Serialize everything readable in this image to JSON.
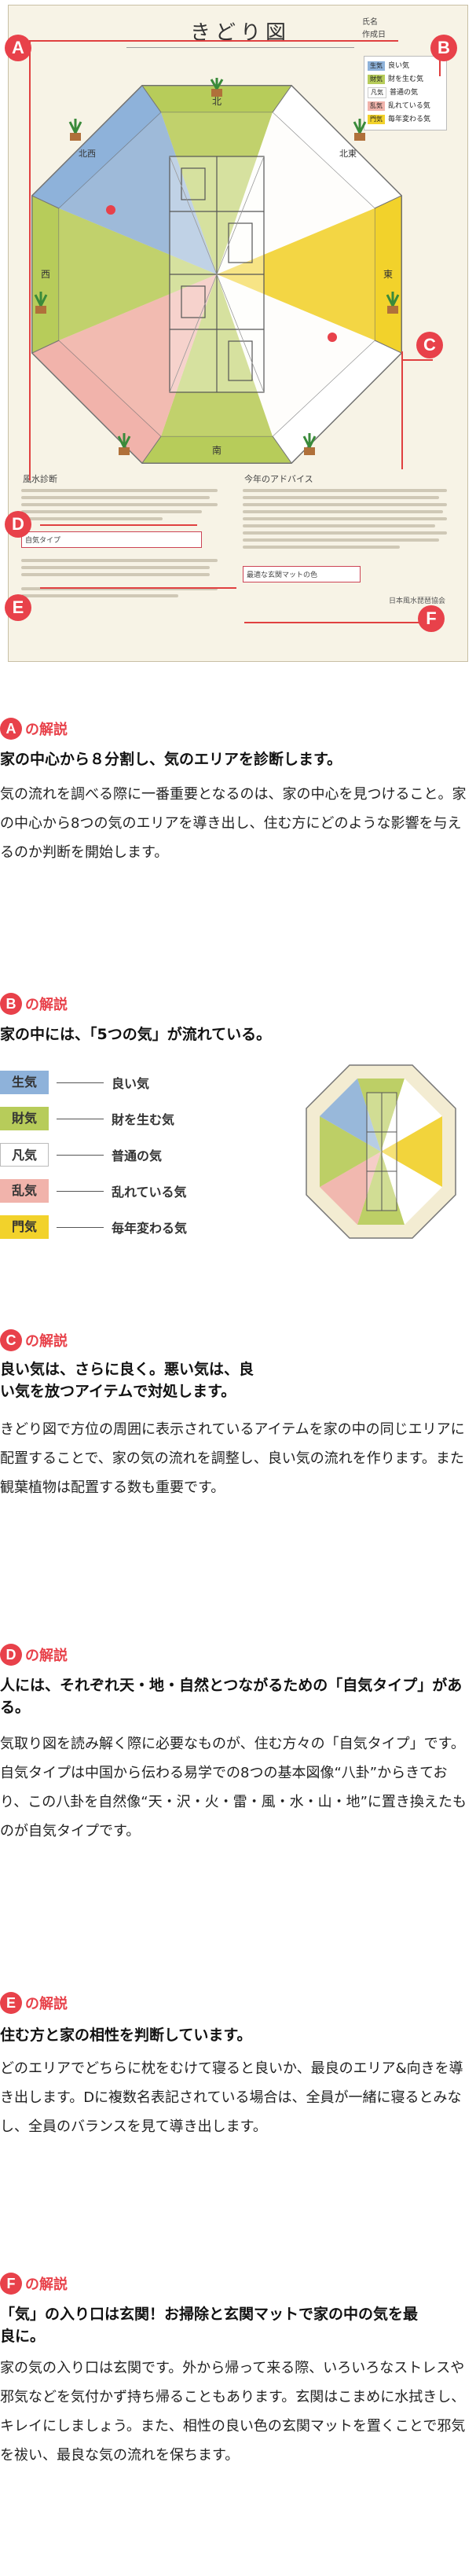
{
  "sheet": {
    "title": "きどり図",
    "meta_rows": [
      "氏名",
      "作成日"
    ],
    "legend": [
      {
        "key": "生気",
        "desc": "良い気",
        "color": "#8eb2da"
      },
      {
        "key": "財気",
        "desc": "財を生む気",
        "color": "#b7cc5a"
      },
      {
        "key": "凡気",
        "desc": "普通の気",
        "color": "#ffffff"
      },
      {
        "key": "乱気",
        "desc": "乱れている気",
        "color": "#f1b3ab"
      },
      {
        "key": "門気",
        "desc": "毎年変わる気",
        "color": "#f2d22b"
      }
    ],
    "directions": {
      "north": "北",
      "northeast": "北東",
      "east": "東",
      "south": "南",
      "west": "西",
      "northwest": "北西"
    },
    "panel_left_title": "風水診断",
    "panel_right_title": "今年のアドバイス",
    "type_label": "自気タイプ",
    "entrance_mat_label": "最適な玄関マットの色",
    "publisher": "日本風水琵琶協会"
  },
  "markers": [
    "A",
    "B",
    "C",
    "D",
    "E",
    "F"
  ],
  "colors": {
    "marker_red": "#e8414a",
    "line_red": "#e04040"
  },
  "sections": [
    {
      "letter": "A",
      "label": "の解説",
      "lead": "家の中心から８分割し、気のエリアを診断します。",
      "body": "気の流れを調べる際に一番重要となるのは、家の中心を見つけること。家の中心から8つの気のエリアを導き出し、住む方にどのような影響を与えるのか判断を開始します。"
    },
    {
      "letter": "B",
      "label": "の解説",
      "lead": "家の中には、「5つの気」が流れている。",
      "ki": [
        {
          "key": "生気",
          "desc": "良い気",
          "color": "#8eb2da"
        },
        {
          "key": "財気",
          "desc": "財を生む気",
          "color": "#b7cc5a"
        },
        {
          "key": "凡気",
          "desc": "普通の気",
          "color": "#ffffff"
        },
        {
          "key": "乱気",
          "desc": "乱れている気",
          "color": "#f1b3ab"
        },
        {
          "key": "門気",
          "desc": "毎年変わる気",
          "color": "#f2d22b"
        }
      ]
    },
    {
      "letter": "C",
      "label": "の解説",
      "lead": "良い気は、さらに良く。悪い気は、良い気を放つアイテムで対処します。",
      "body": "きどり図で方位の周囲に表示されているアイテムを家の中の同じエリアに配置することで、家の気の流れを調整し、良い気の流れを作ります。また観葉植物は配置する数も重要です。"
    },
    {
      "letter": "D",
      "label": "の解説",
      "lead": "人には、それぞれ天・地・自然とつながるための「自気タイプ」がある。",
      "body": "気取り図を読み解く際に必要なものが、住む方々の「自気タイプ」です。自気タイプは中国から伝わる易学での8つの基本図像“八卦”からきており、この八卦を自然像“天・沢・火・雷・風・水・山・地”に置き換えたものが自気タイプです。"
    },
    {
      "letter": "E",
      "label": "の解説",
      "lead": "住む方と家の相性を判断しています。",
      "body": "どのエリアでどちらに枕をむけて寝ると良いか、最良のエリア&向きを導き出します。Dに複数名表記されている場合は、全員が一緒に寝るとみなし、全員のバランスを見て導き出します。"
    },
    {
      "letter": "F",
      "label": "の解説",
      "lead": "「気」の入り口は玄関！お掃除と玄関マットで家の中の気を最良に。",
      "body": "家の気の入り口は玄関です。外から帰って来る際、いろいろなストレスや邪気などを気付かず持ち帰ることもあります。玄関はこまめに水拭きし、キレイにしましょう。また、相性の良い色の玄関マットを置くことで邪気を祓い、最良な気の流れを保ちます。"
    }
  ]
}
